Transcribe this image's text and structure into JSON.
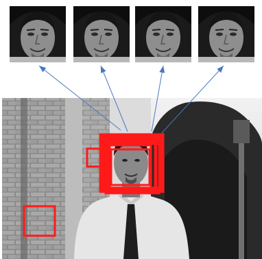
{
  "figure": {
    "face_crops": [
      {
        "id": "crop-1"
      },
      {
        "id": "crop-2"
      },
      {
        "id": "crop-3"
      },
      {
        "id": "crop-4"
      }
    ],
    "colors": {
      "arrow": "#4a78c2",
      "detection_box": "#ff1a1a",
      "background": "#ffffff"
    }
  }
}
